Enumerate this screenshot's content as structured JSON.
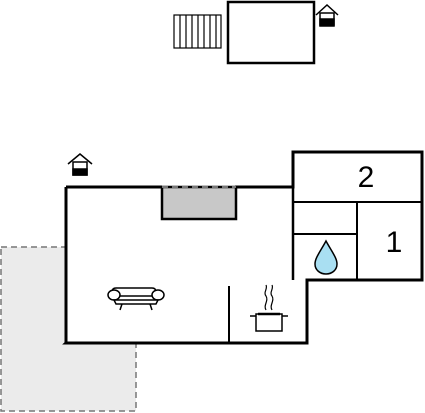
{
  "floorplan": {
    "rooms": [
      {
        "id": "bedroom-2",
        "label": "2"
      },
      {
        "id": "bedroom-1",
        "label": "1"
      }
    ],
    "symbols": {
      "entrance_icon": "house-entrance-icon",
      "stairs_icon": "stairs-icon",
      "sofa_icon": "sofa-icon",
      "kitchen_icon": "cooking-pot-icon",
      "bathroom_icon": "water-drop-icon"
    },
    "colors": {
      "wall": "#000000",
      "fireplace_fill": "#c8c8c8",
      "terrace_fill": "#ebebeb",
      "terrace_border": "#777777",
      "water_drop": "#a9dff2"
    }
  }
}
